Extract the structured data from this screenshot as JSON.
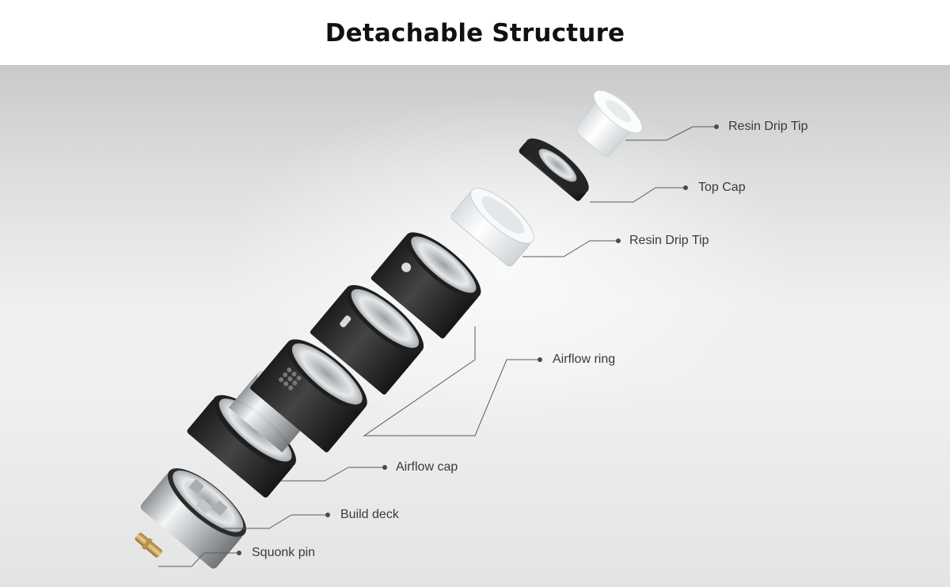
{
  "title": "Detachable Structure",
  "labels": {
    "resin_drip_tip_top": "Resin Drip Tip",
    "top_cap": "Top Cap",
    "resin_drip_tip_mid": "Resin Drip Tip",
    "airflow_ring": "Airflow ring",
    "airflow_cap": "Airflow cap",
    "build_deck": "Build deck",
    "squonk_pin": "Squonk pin"
  },
  "colors": {
    "leader_line": "#5a5a5a",
    "label_text": "#3a3a3a",
    "black_part": "#2a2a2a",
    "steel": "#c8ccce",
    "resin": "#f2f4f5",
    "brass": "#c9a15a"
  }
}
